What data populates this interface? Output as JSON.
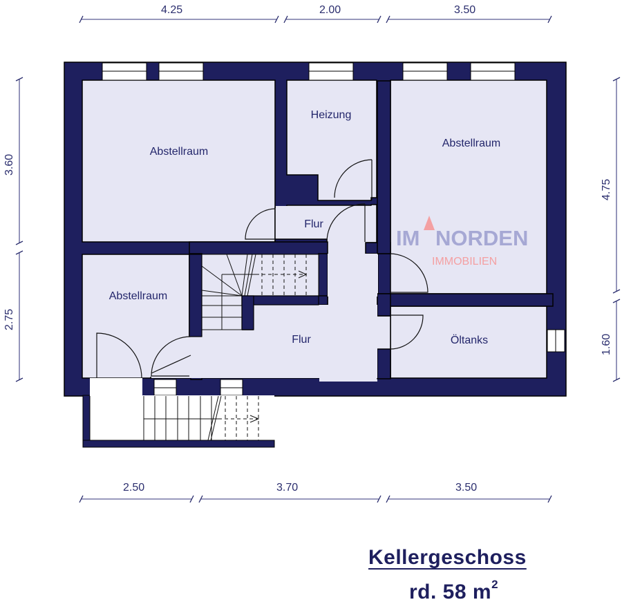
{
  "plan": {
    "title": "Kellergeschoss",
    "area_prefix": "rd. 58 m",
    "area_unit_sup": "2",
    "area_full": "rd. 58 m²",
    "colors": {
      "wall": "#1e1f5e",
      "room_fill": "#e6e6f4",
      "dimension": "#2b2e6e",
      "watermark_primary": "#a6a8d4",
      "watermark_accent": "#f4a0a2"
    }
  },
  "dimensions": {
    "top": [
      "4.25",
      "2.00",
      "3.50"
    ],
    "bottom": [
      "2.50",
      "3.70",
      "3.50"
    ],
    "left": [
      "3.60",
      "2.75"
    ],
    "right": [
      "4.75",
      "1.60"
    ]
  },
  "rooms": {
    "abstellraum_top_left": "Abstellraum",
    "heizung": "Heizung",
    "abstellraum_top_right": "Abstellraum",
    "flur_upper": "Flur",
    "abstellraum_bottom_left": "Abstellraum",
    "flur_main": "Flur",
    "oeltanks": "Öltanks"
  },
  "watermark": {
    "brand": "IM NORDEN",
    "brand_left": "IM",
    "brand_right": "NORDEN",
    "subtitle": "IMMOBILIEN",
    "icon": "triangle-roof-icon"
  }
}
